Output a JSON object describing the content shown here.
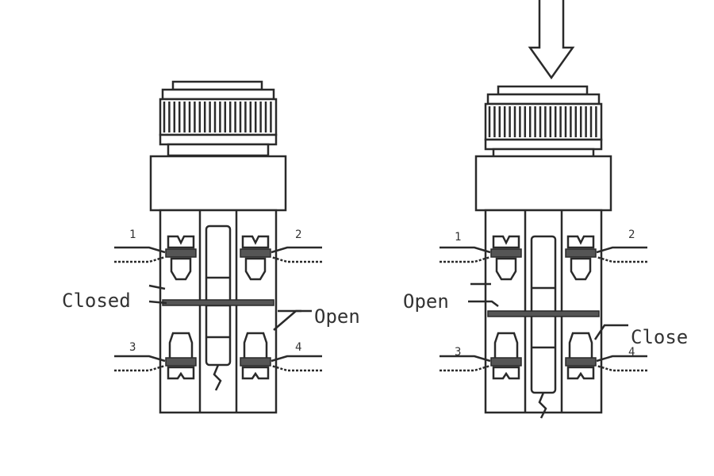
{
  "diagram": {
    "left_switch": {
      "state": "released",
      "contact_labels": [
        "1",
        "2",
        "3",
        "4"
      ],
      "callouts": {
        "upper_contacts": "Closed",
        "lower_contacts": "Open"
      }
    },
    "right_switch": {
      "state": "pressed",
      "press_arrow_icon": "down-arrow-icon",
      "contact_labels": [
        "1",
        "2",
        "3",
        "4"
      ],
      "callouts": {
        "upper_contacts": "Open",
        "lower_contacts": "Close"
      }
    },
    "colors": {
      "ink": "#2a2a2a",
      "background": "#ffffff"
    }
  }
}
